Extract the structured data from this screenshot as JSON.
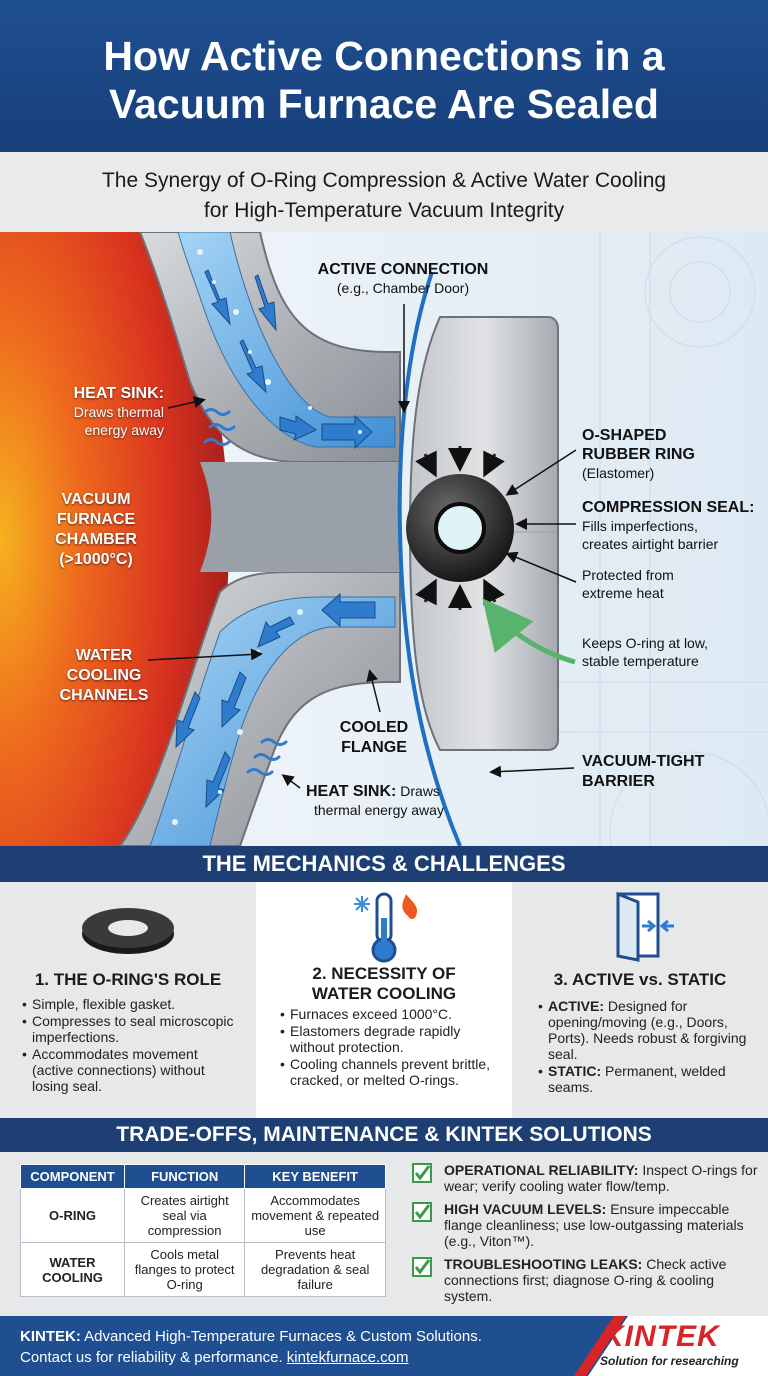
{
  "header": {
    "title_line1": "How Active Connections in a",
    "title_line2": "Vacuum Furnace Are Sealed"
  },
  "subheader": {
    "line1": "The Synergy of O-Ring Compression & Active Water Cooling",
    "line2": "for High-Temperature Vacuum Integrity"
  },
  "diagram": {
    "active_connection_title": "ACTIVE CONNECTION",
    "active_connection_sub": "(e.g., Chamber Door)",
    "heat_sink_top_title": "HEAT SINK:",
    "heat_sink_top_line1": "Draws thermal",
    "heat_sink_top_line2": "energy away",
    "chamber_line1": "VACUUM",
    "chamber_line2": "FURNACE",
    "chamber_line3": "CHAMBER",
    "chamber_line4": "(>1000°C)",
    "water_line1": "WATER",
    "water_line2": "COOLING",
    "water_line3": "CHANNELS",
    "cooled_line1": "COOLED",
    "cooled_line2": "FLANGE",
    "heat_sink_bottom_title": "HEAT SINK:",
    "heat_sink_bottom_rest": "Draws",
    "heat_sink_bottom_line2": "thermal energy away",
    "oring_line1": "O-SHAPED",
    "oring_line2": "RUBBER RING",
    "oring_line3": "(Elastomer)",
    "compression_title": "COMPRESSION SEAL:",
    "compression_line1": "Fills imperfections,",
    "compression_line2": "creates airtight barrier",
    "protected_line1": "Protected from",
    "protected_line2": "extreme heat",
    "keeps_line1": "Keeps O-ring at low,",
    "keeps_line2": "stable temperature",
    "barrier_line1": "VACUUM-TIGHT",
    "barrier_line2": "BARRIER"
  },
  "mechanics": {
    "section_title": "THE MECHANICS & CHALLENGES",
    "cards": [
      {
        "title_line1": "1. THE O-RING'S ROLE",
        "title_line2": "",
        "icon": "o-ring-icon",
        "bullets": [
          "Simple, flexible gasket.",
          "Compresses to seal microscopic imperfections.",
          "Accommodates movement (active connections) without losing seal."
        ]
      },
      {
        "title_line1": "2. NECESSITY OF",
        "title_line2": "WATER COOLING",
        "icon": "thermometer-icon",
        "bullets": [
          "Furnaces exceed 1000°C.",
          "Elastomers degrade rapidly without protection.",
          "Cooling channels prevent brittle, cracked, or melted O-rings."
        ]
      },
      {
        "title_line1": "3. ACTIVE vs. STATIC",
        "title_line2": "",
        "icon": "door-icon",
        "bullets": [
          {
            "bold": "ACTIVE:",
            "text": " Designed for opening/moving (e.g., Doors, Ports). Needs robust & forgiving seal."
          },
          {
            "bold": "STATIC:",
            "text": " Permanent, welded seams."
          }
        ]
      }
    ]
  },
  "tradeoffs": {
    "section_title": "TRADE-OFFS, MAINTENANCE & KINTEK SOLUTIONS",
    "table": {
      "headers": [
        "COMPONENT",
        "FUNCTION",
        "KEY BENEFIT"
      ],
      "rows": [
        [
          "O-RING",
          "Creates airtight seal via compression",
          "Accommodates movement & repeated use"
        ],
        [
          "WATER COOLING",
          "Cools metal flanges to protect O-ring",
          "Prevents heat degradation & seal failure"
        ]
      ]
    },
    "checks": [
      {
        "bold": "OPERATIONAL RELIABILITY:",
        "text": " Inspect O-rings for wear; verify cooling water flow/temp."
      },
      {
        "bold": "HIGH VACUUM LEVELS:",
        "text": " Ensure impeccable flange cleanliness; use low-outgassing materials (e.g., Viton™)."
      },
      {
        "bold": "TROUBLESHOOTING LEAKS:",
        "text": " Check active connections first; diagnose O-ring & cooling system."
      }
    ]
  },
  "footer": {
    "brand_prefix": "KINTEK:",
    "line1_rest": " Advanced High-Temperature Furnaces & Custom Solutions.",
    "line2": "Contact us for reliability & performance. ",
    "link": "kintekfurnace.com",
    "logo_text": "KINTEK",
    "logo_tagline": "Solution for researching"
  },
  "colors": {
    "navy": "#1f4f91",
    "dark_navy": "#1d3f73",
    "brand_red": "#d62427",
    "water_blue": "#4a9ee0",
    "check_green": "#3a9a4a"
  }
}
